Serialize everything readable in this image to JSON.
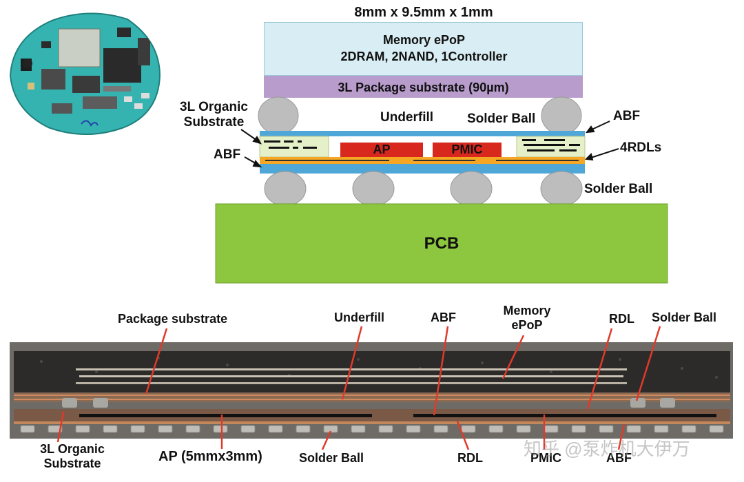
{
  "top_diagram": {
    "dimension_title": "8mm x 9.5mm x 1mm",
    "memory_box": {
      "line1": "Memory ePoP",
      "line2": "2DRAM, 2NAND, 1Controller"
    },
    "package_substrate": "3L Package substrate (90µm)",
    "organic_substrate_label": {
      "line1": "3L Organic",
      "line2": "Substrate"
    },
    "underfill": "Underfill",
    "solder_ball_upper": "Solder Ball",
    "abf_right": "ABF",
    "abf_left": "ABF",
    "rdl_label": "4RDLs",
    "ap_chip": "AP",
    "pmic_chip": "PMIC",
    "solder_ball_lower": "Solder Ball",
    "pcb": "PCB"
  },
  "cross_section": {
    "package_substrate": "Package substrate",
    "underfill": "Underfill",
    "abf": "ABF",
    "memory": {
      "line1": "Memory",
      "line2": "ePoP"
    },
    "rdl_top": "RDL",
    "solder_ball_top": "Solder Ball",
    "organic_substrate": {
      "line1": "3L Organic",
      "line2": "Substrate"
    },
    "ap": "AP (5mmx3mm)",
    "solder_ball_bottom": "Solder Ball",
    "rdl_bottom": "RDL",
    "pmic": "PMIC",
    "abf_bottom": "ABF"
  },
  "watermark": "知乎 @泵炸机大伊万",
  "colors": {
    "memory_fill": "#d9eef4",
    "package_substrate_fill": "#b79ccc",
    "blue_layer": "#4fa7d8",
    "organic_fill": "#e6f0c8",
    "rdl_orange": "#f5a623",
    "chip_red": "#d8281e",
    "solder_gray": "#bdbdbd",
    "pcb_green": "#8dc63f",
    "arrow_red": "#e03a2a"
  }
}
